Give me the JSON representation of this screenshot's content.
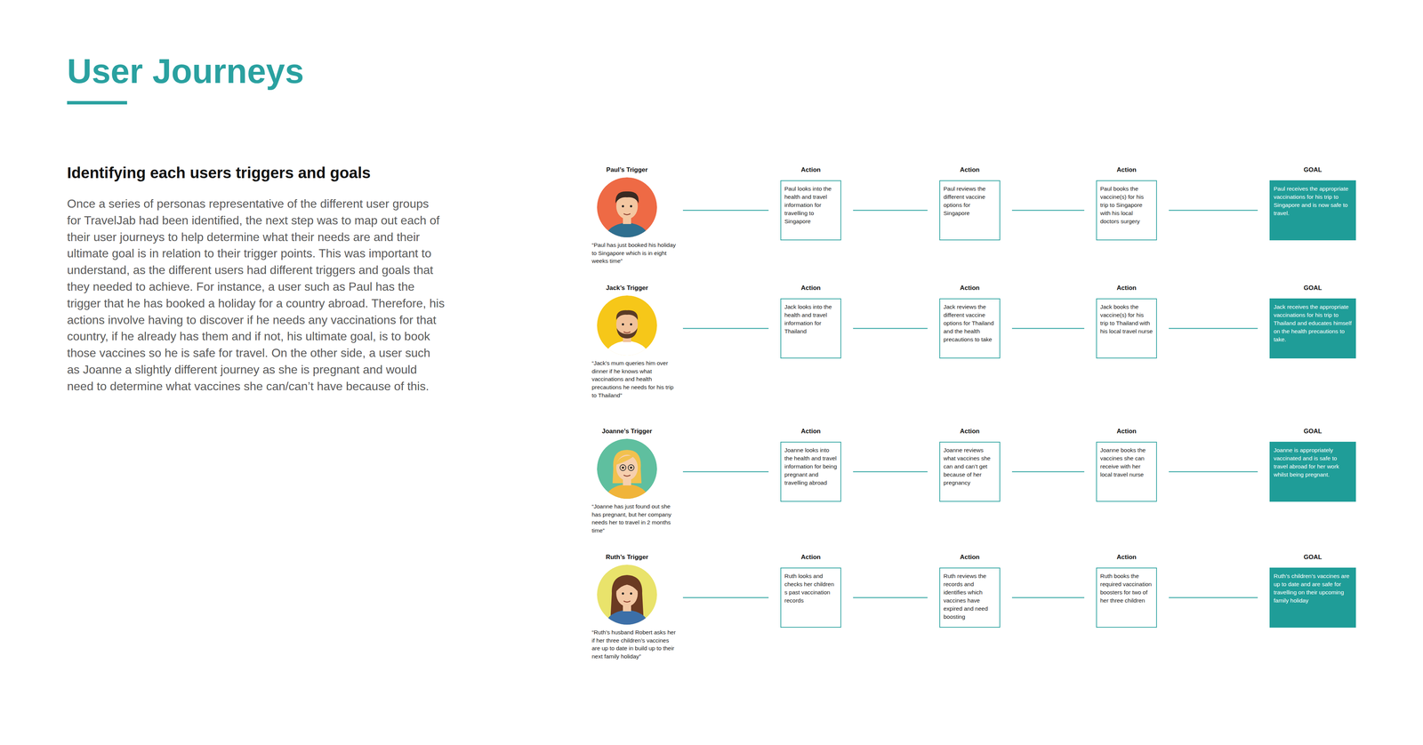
{
  "diagram": {
    "title": "User Journeys",
    "nodes": [
      {
        "text": [
          "Paul’s Trigger",
          "“Paul has just booked his holiday to Singapore which is in eight weeks time”"
        ]
      },
      {
        "text": [
          "Paul looks into the health and travel information for travelling to Singapore"
        ]
      },
      {
        "text": [
          "Paul reviews the different vaccine options for Singapore"
        ]
      },
      {
        "text": [
          "Paul books the vaccine(s) for his trip to Singapore with his local doctors surgery"
        ]
      },
      {
        "text": [
          "Paul receives the appropriate vaccinations for his trip to Singapore and is now safe to travel."
        ]
      },
      {
        "text": [
          "Jack’s Trigger",
          "“Jack’s mum queries him over dinner if he knows what vaccinations and health precautions he needs for his trip to Thailand”"
        ]
      },
      {
        "text": [
          "Jack looks into the health and travel information for Thailand"
        ]
      },
      {
        "text": [
          "Jack reviews the different vaccine options for Thailand and the health precautions to take"
        ]
      },
      {
        "text": [
          "Jack books the vaccine(s) for his trip to Thailand with his local travel nurse"
        ]
      },
      {
        "text": [
          "Jack receives the appropriate vaccinations for his trip to Thailand and educates himself on the health precautions to take."
        ]
      },
      {
        "text": [
          "Joanne’s Trigger",
          "“Joanne has just found out she has pregnant, but her company needs her to travel in 2 months time”"
        ]
      },
      {
        "text": [
          "Joanne looks into the health and travel information for being pregnant and travelling abroad"
        ]
      },
      {
        "text": [
          "Joanne reviews what vaccines she can and can’t get because of her pregnancy"
        ]
      },
      {
        "text": [
          "Joanne books the vaccines she can receive with her local travel nurse"
        ]
      },
      {
        "text": [
          "Joanne is appropriately vaccinated and is safe to travel abroad for her work whilst being pregnant."
        ]
      },
      {
        "text": [
          "Ruth’s Trigger",
          "“Ruth’s husband Robert asks her if her three children’s vaccines are up to date in build up to their next family holiday”"
        ]
      },
      {
        "text": [
          "Ruth looks and checks her children s past vaccination records"
        ]
      },
      {
        "text": [
          "Ruth reviews the records and identifies which vaccines have expired and need boosting"
        ]
      },
      {
        "text": [
          "Ruth books the required vaccination boosters for two of her three children"
        ]
      },
      {
        "text": [
          "Ruth’s children’s vaccines are up to date and are safe for travelling on their upcoming family holiday"
        ]
      }
    ],
    "edges": [
      {
        "from": 0,
        "to": 1,
        "arrow": "none"
      },
      {
        "from": 1,
        "to": 2,
        "arrow": "none"
      },
      {
        "from": 2,
        "to": 3,
        "arrow": "none"
      },
      {
        "from": 3,
        "to": 4,
        "arrow": "none"
      },
      {
        "from": 5,
        "to": 6,
        "arrow": "none"
      },
      {
        "from": 6,
        "to": 7,
        "arrow": "none"
      },
      {
        "from": 7,
        "to": 8,
        "arrow": "none"
      },
      {
        "from": 8,
        "to": 9,
        "arrow": "none"
      },
      {
        "from": 10,
        "to": 11,
        "arrow": "none"
      },
      {
        "from": 11,
        "to": 12,
        "arrow": "none"
      },
      {
        "from": 12,
        "to": 13,
        "arrow": "none"
      },
      {
        "from": 13,
        "to": 14,
        "arrow": "none"
      },
      {
        "from": 15,
        "to": 16,
        "arrow": "none"
      },
      {
        "from": 16,
        "to": 17,
        "arrow": "none"
      },
      {
        "from": 17,
        "to": 18,
        "arrow": "none"
      },
      {
        "from": 18,
        "to": 19,
        "arrow": "none"
      }
    ],
    "labels": [
      "Identifying each users triggers and goals",
      "Once a series of personas representative of the different user groups for TravelJab had been identified, the next step was to map out each of their user journeys to help determine what their needs are and their ultimate goal is in relation to their trigger points. This was important to understand, as the different users had different triggers and goals that they needed to achieve. For instance, a user such as Paul has the trigger that he has booked a holiday for a country abroad. Therefore, his actions involve having to discover if he needs any vaccinations for that country, if he already has them and if not, his ultimate goal, is to book those vaccines so he is safe for travel. On the other side, a user such as Joanne a slightly different journey as she is pregnant and would need to determine what vaccines she can/can’t have because of this.",
      "Action",
      "Action",
      "Action",
      "GOAL",
      "Action",
      "Action",
      "Action",
      "GOAL",
      "Action",
      "Action",
      "Action",
      "GOAL",
      "Action",
      "Action",
      "Action",
      "GOAL"
    ]
  }
}
